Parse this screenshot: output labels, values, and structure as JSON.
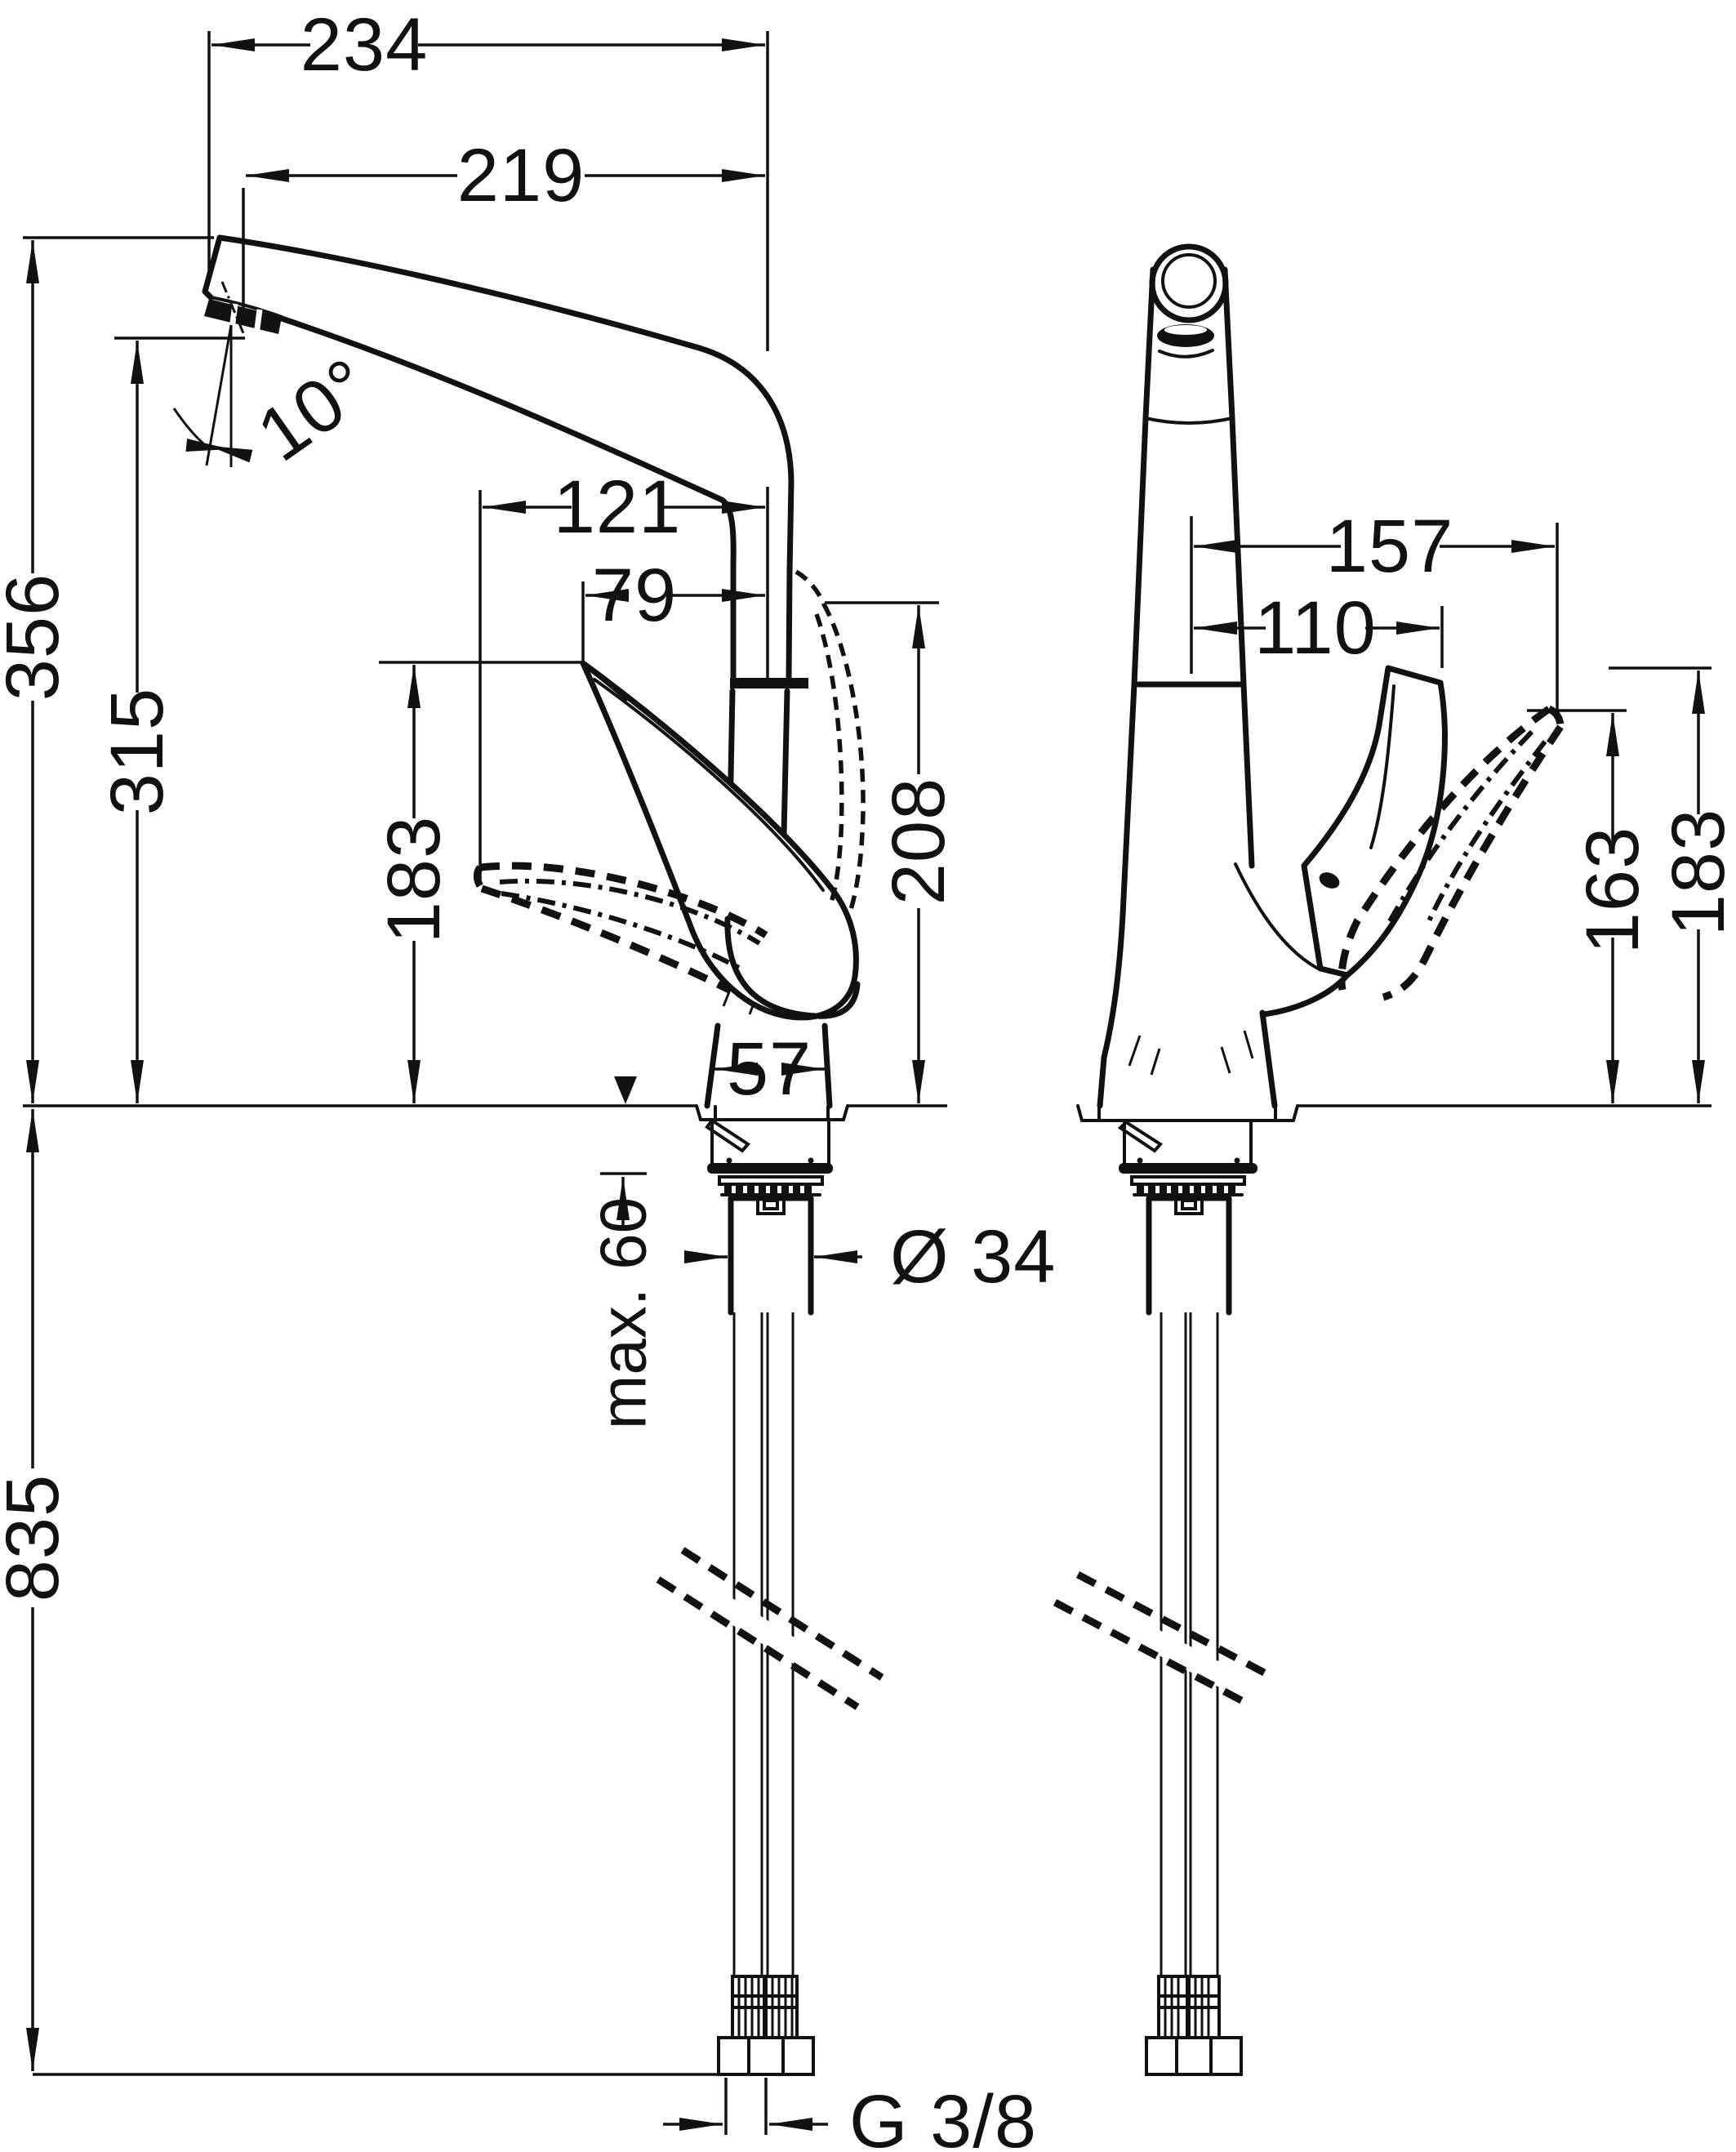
{
  "drawing": {
    "type": "technical dimension drawing",
    "subject": "single-lever kitchen faucet, side view and front view with installation dimensions",
    "line_color": "#111111",
    "background_color": "#ffffff"
  },
  "labels": {
    "d234": "234",
    "d219": "219",
    "d121": "121",
    "d79": "79",
    "angle": "10°",
    "d356": "356",
    "d315": "315",
    "d183_side": "183",
    "d208": "208",
    "d57": "57",
    "max_counter_thickness": "max. 60",
    "shank_diameter": "Ø 34",
    "hose_length": "835",
    "thread_size": "G 3/8",
    "d157": "157",
    "d110": "110",
    "d163": "163",
    "d183_front": "183"
  }
}
